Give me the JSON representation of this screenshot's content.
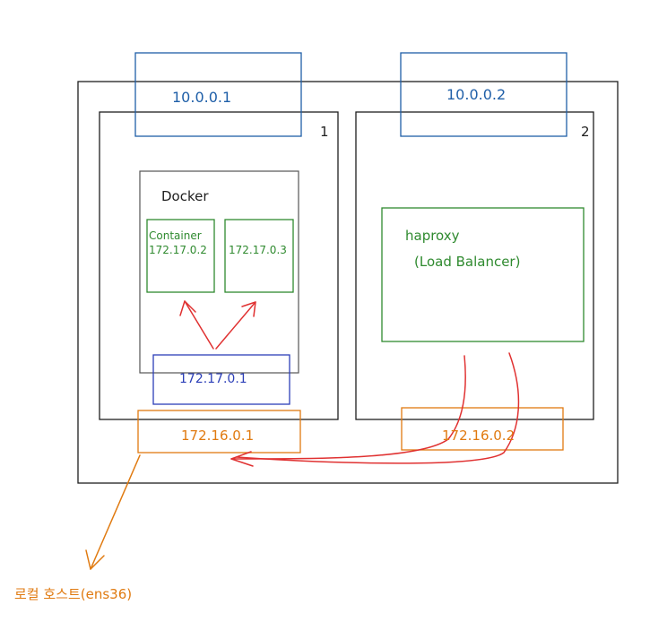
{
  "diagram": {
    "outer_box": {},
    "host1": {
      "number": "1",
      "public_ip": "10.0.0.1",
      "docker": {
        "label": "Docker",
        "containers": [
          {
            "name": "Container",
            "ip": "172.17.0.2"
          },
          {
            "ip": "172.17.0.3"
          }
        ],
        "bridge_ip": "172.17.0.1"
      },
      "private_ip": "172.16.0.1"
    },
    "host2": {
      "number": "2",
      "public_ip": "10.0.0.2",
      "haproxy": {
        "name": "haproxy",
        "subtitle": "(Load Balancer)"
      },
      "private_ip": "172.16.0.2"
    },
    "local_host_label": "로컬 호스트(ens36)",
    "colors": {
      "outline": "#1e1e1e",
      "blue": "#1f5fa8",
      "green": "#2f8a2f",
      "indigo": "#2c3fb8",
      "orange": "#e07a10",
      "red": "#e03131"
    }
  }
}
